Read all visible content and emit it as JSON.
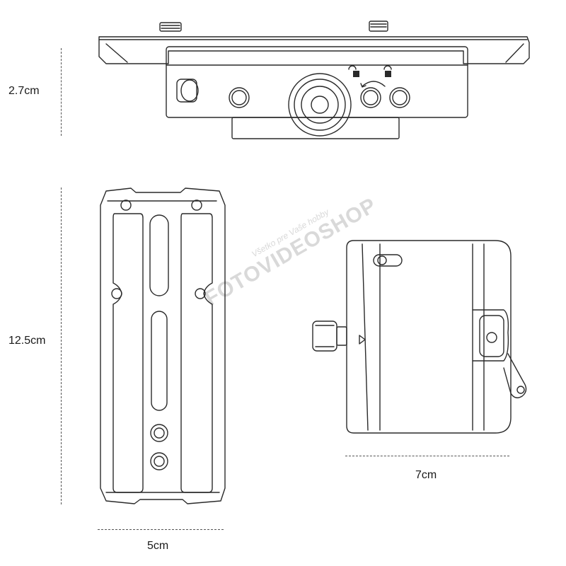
{
  "dimensions": {
    "height_top": "2.7cm",
    "height_plate": "12.5cm",
    "width_plate": "5cm",
    "width_side": "7cm"
  },
  "watermark": {
    "brand": "FOTOVIDEOSHOP",
    "tagline": "Všetko pre Vaše hobby"
  },
  "colors": {
    "stroke": "#2a2a2a",
    "dim_line": "#555555",
    "watermark": "#d9d9d9"
  }
}
